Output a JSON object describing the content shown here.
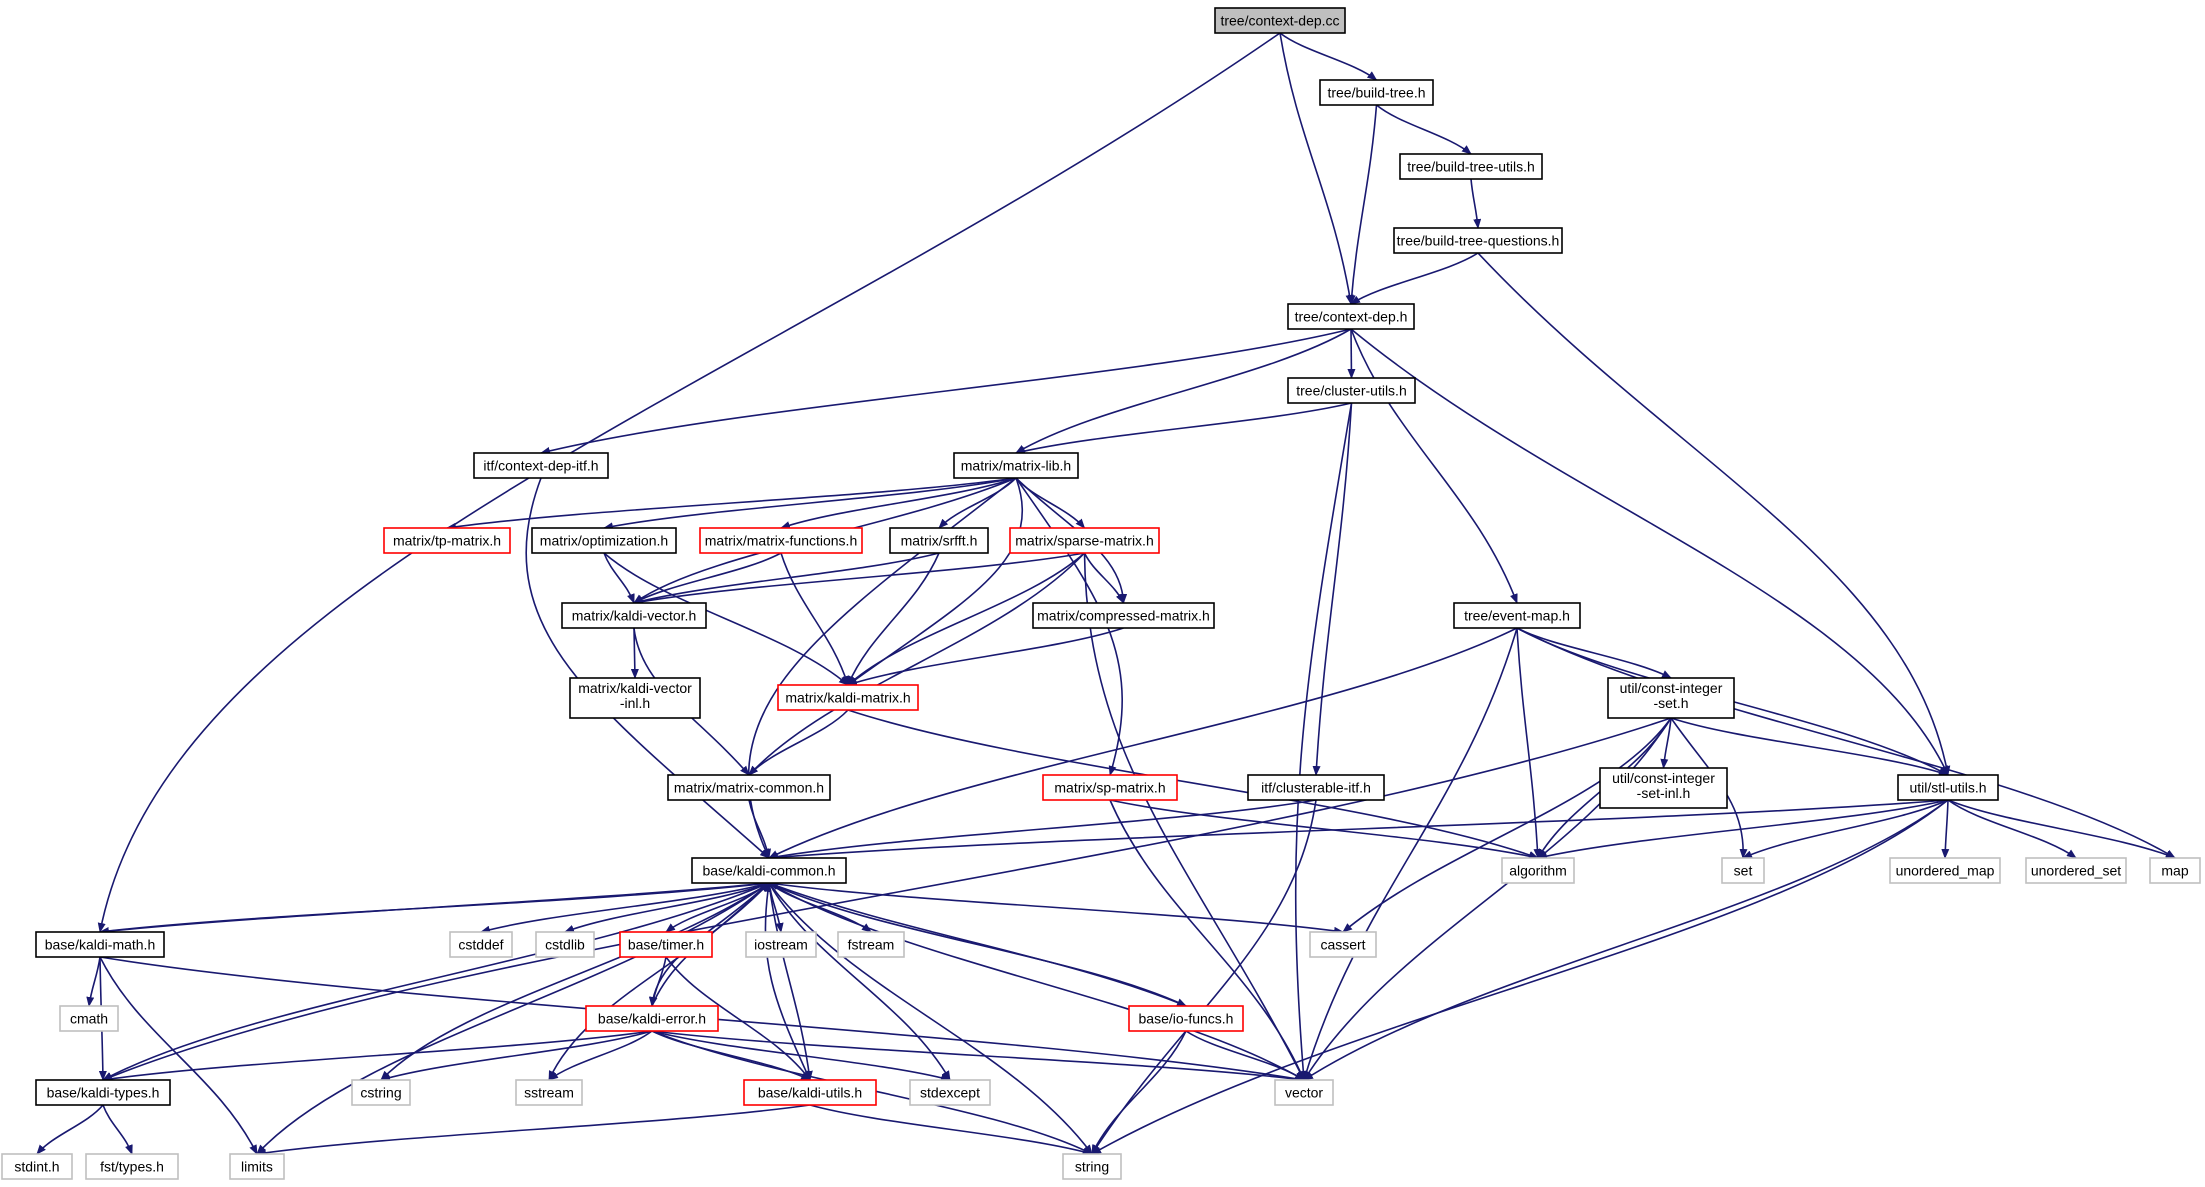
{
  "colors": {
    "edge": "#191970",
    "border_normal": "#000000",
    "border_truncated": "#ff0000",
    "border_external": "#bfbfbf",
    "fill_root": "#bfbfbf",
    "fill_normal": "#ffffff"
  },
  "nodes": {
    "ctxcc": [
      "tree/context-dep.cc"
    ],
    "buildtree": [
      "tree/build-tree.h"
    ],
    "btutils": [
      "tree/build-tree-utils.h"
    ],
    "btq": [
      "tree/build-tree-questions.h"
    ],
    "ctxdep": [
      "tree/context-dep.h"
    ],
    "clutils": [
      "tree/cluster-utils.h"
    ],
    "ctxitf": [
      "itf/context-dep-itf.h"
    ],
    "mlib": [
      "matrix/matrix-lib.h"
    ],
    "tpm": [
      "matrix/tp-matrix.h"
    ],
    "opt": [
      "matrix/optimization.h"
    ],
    "mfun": [
      "matrix/matrix-functions.h"
    ],
    "srfft": [
      "matrix/srfft.h"
    ],
    "spars": [
      "matrix/sparse-matrix.h"
    ],
    "kvec": [
      "matrix/kaldi-vector.h"
    ],
    "cmpr": [
      "matrix/compressed-matrix.h"
    ],
    "evmap": [
      "tree/event-map.h"
    ],
    "kvinl": [
      "matrix/kaldi-vector",
      "-inl.h"
    ],
    "kmat": [
      "matrix/kaldi-matrix.h"
    ],
    "cis": [
      "util/const-integer",
      "-set.h"
    ],
    "mcom": [
      "matrix/matrix-common.h"
    ],
    "spm": [
      "matrix/sp-matrix.h"
    ],
    "clitf": [
      "itf/clusterable-itf.h"
    ],
    "cisinl": [
      "util/const-integer",
      "-set-inl.h"
    ],
    "stlu": [
      "util/stl-utils.h"
    ],
    "kcom": [
      "base/kaldi-common.h"
    ],
    "algo": [
      "algorithm"
    ],
    "set": [
      "set"
    ],
    "umap": [
      "unordered_map"
    ],
    "uset": [
      "unordered_set"
    ],
    "map": [
      "map"
    ],
    "kmath": [
      "base/kaldi-math.h"
    ],
    "cstddef": [
      "cstddef"
    ],
    "cstdlib": [
      "cstdlib"
    ],
    "timer": [
      "base/timer.h"
    ],
    "iostream": [
      "iostream"
    ],
    "fstream": [
      "fstream"
    ],
    "cassert": [
      "cassert"
    ],
    "cmath": [
      "cmath"
    ],
    "kerr": [
      "base/kaldi-error.h"
    ],
    "iof": [
      "base/io-funcs.h"
    ],
    "ktypes": [
      "base/kaldi-types.h"
    ],
    "cstring": [
      "cstring"
    ],
    "sstream": [
      "sstream"
    ],
    "kutils": [
      "base/kaldi-utils.h"
    ],
    "stdexc": [
      "stdexcept"
    ],
    "vector": [
      "vector"
    ],
    "stdint": [
      "stdint.h"
    ],
    "fsttypes": [
      "fst/types.h"
    ],
    "limits": [
      "limits"
    ],
    "string": [
      "string"
    ]
  }
}
